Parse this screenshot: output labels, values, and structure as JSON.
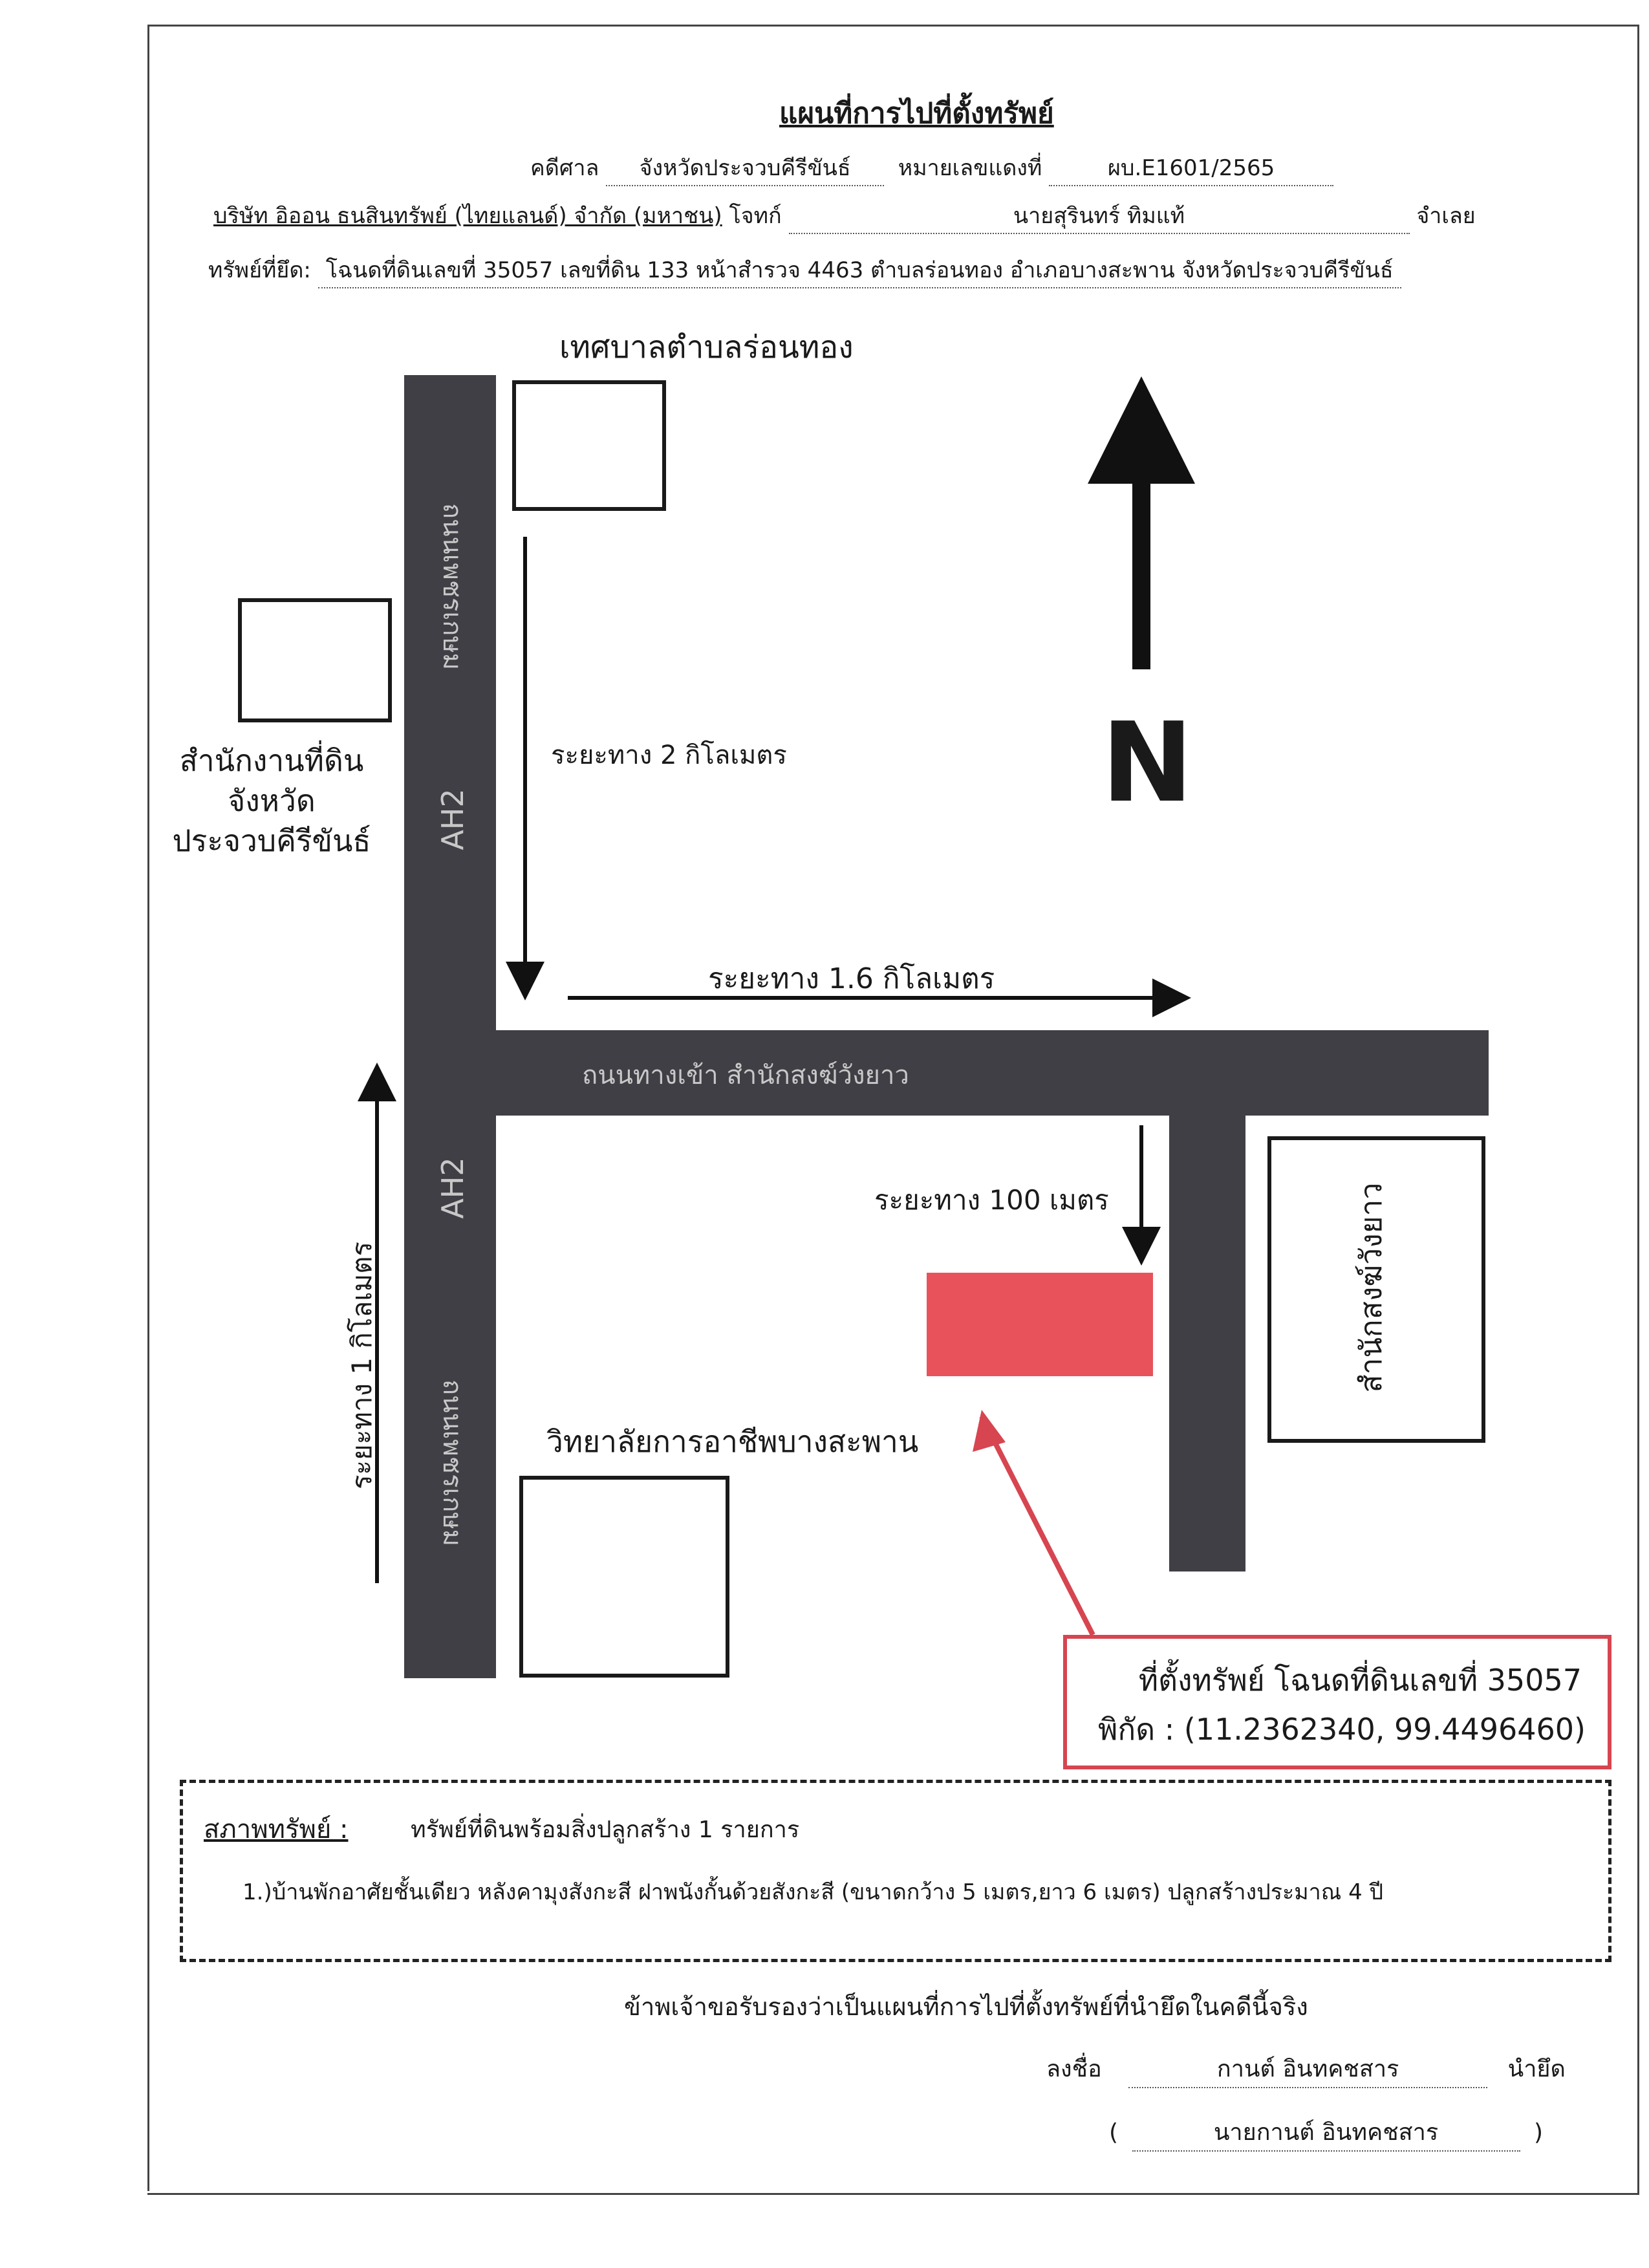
{
  "document": {
    "title": "แผนที่การไปที่ตั้งทรัพย์",
    "court_label": "คดีศาล",
    "court_value": "จังหวัดประจวบคีรีขันธ์",
    "case_no_label": "หมายเลขแดงที่",
    "case_no_value": "ผบ.E1601/2565",
    "plaintiff": "บริษัท อิออน ธนสินทรัพย์ (ไทยแลนด์) จำกัด (มหาชน)",
    "plaintiff_label": "โจทก์",
    "defendant": "นายสุรินทร์ ทิมแท้",
    "defendant_label": "จำเลย",
    "seized_label": "ทรัพย์ที่ยึด:",
    "seized_value": "โฉนดที่ดินเลขที่ 35057 เลขที่ดิน 133 หน้าสำรวจ 4463 ตำบลร่อนทอง อำเภอบางสะพาน จังหวัดประจวบคีรีขันธ์"
  },
  "map": {
    "landmark_top": "เทศบาลตำบลร่อนทอง",
    "landmark_left_line1": "สำนักงานที่ดิน",
    "landmark_left_line2": "จังหวัด",
    "landmark_left_line3": "ประจวบคีรีขันธ์",
    "landmark_college": "วิทยาลัยการอาชีพบางสะพาน",
    "landmark_temple": "สำนักสงฆ์วังยาว",
    "road_main_name": "ถนนเพชรเกษม",
    "road_main_code": "AH2",
    "road_cross": "ถนนทางเข้า สำนักสงฆ์วังยาว",
    "dist_2km": "ระยะทาง 2 กิโลเมตร",
    "dist_1_6km": "ระยะทาง 1.6 กิโลเมตร",
    "dist_100m": "ระยะทาง 100 เมตร",
    "dist_1km": "ระยะทาง 1 กิโลเมตร",
    "north_label": "N",
    "location_line1": "ที่ตั้งทรัพย์ โฉนดที่ดินเลขที่ 35057",
    "location_line2": "พิกัด : (11.2362340, 99.4496460)",
    "colors": {
      "road": "#3f3f45",
      "property": "#e8525a",
      "callout": "#d64550"
    }
  },
  "condition": {
    "label": "สภาพทรัพย์ :",
    "summary": "ทรัพย์ที่ดินพร้อมสิ่งปลูกสร้าง 1 รายการ",
    "item1": "1.)บ้านพักอาศัยชั้นเดียว หลังคามุงสังกะสี ฝาพนังกั้นด้วยสังกะสี (ขนาดกว้าง 5 เมตร,ยาว 6 เมตร) ปลูกสร้างประมาณ 4 ปี"
  },
  "certification": {
    "statement": "ข้าพเจ้าขอรับรองว่าเป็นแผนที่การไปที่ตั้งทรัพย์ที่นำยึดในคดีนี้จริง",
    "sign_label": "ลงชื่อ",
    "signature": "กานต์ อินทคชสาร",
    "role": "นำยึด",
    "name_open": "(",
    "printed_name": "นายกานต์ อินทคชสาร",
    "name_close": ")"
  }
}
